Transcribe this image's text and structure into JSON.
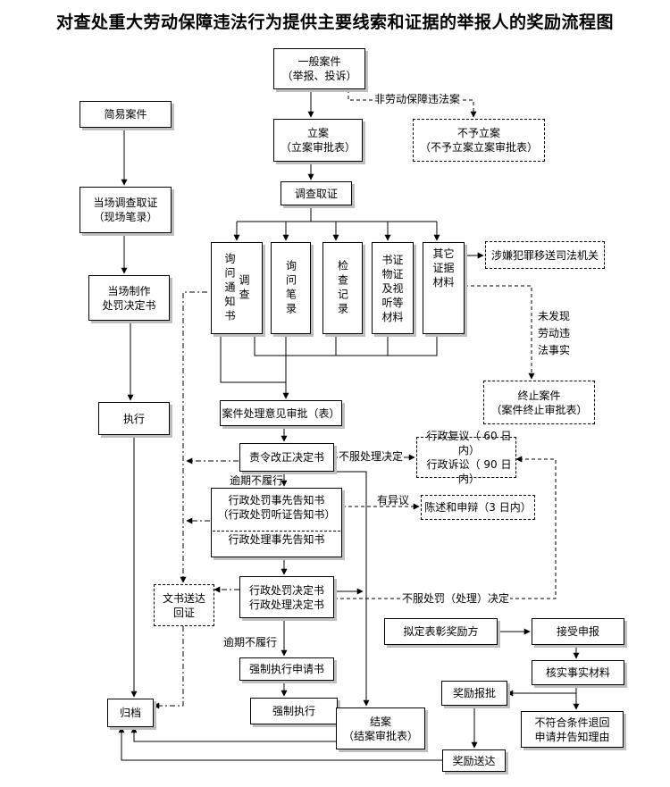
{
  "title": "对查处重大劳动保障违法行为提供主要线索和证据的举报人的奖励流程图",
  "nodes": {
    "general_case": {
      "line1": "一般案件",
      "line2": "（举报、投诉）"
    },
    "file_case": {
      "line1": "立案",
      "line2": "（立案审批表）"
    },
    "no_file": {
      "line1": "不予立案",
      "line2": "（不予立案立案审批表）"
    },
    "simple_case": {
      "line1": "简易案件"
    },
    "onsite_investigation": {
      "line1": "当场调查取证",
      "line2": "（现场笔录）"
    },
    "onsite_decision": {
      "line1": "当场制作",
      "line2": "处罚决定书"
    },
    "execute": {
      "line1": "执行"
    },
    "investigate": {
      "line1": "调查取证"
    },
    "inquiry_notice": {
      "side": "调查",
      "text": "询问通知书"
    },
    "inquiry_record": {
      "text": "询问笔录"
    },
    "inspection_record": {
      "text": "检查记录"
    },
    "documentary_evidence": {
      "lines": [
        "书证",
        "物证",
        "及视",
        "听等",
        "材料"
      ]
    },
    "other_evidence": {
      "lines": [
        "其它",
        "证据",
        "材料"
      ]
    },
    "transfer_judicial": {
      "line1": "涉嫌犯罪移送司法机关"
    },
    "terminate_case": {
      "line1": "终止案件",
      "line2": "（案件终止审批表）"
    },
    "case_opinion": {
      "line1": "案件处理意见审批（表）"
    },
    "rectification_order": {
      "line1": "责令改正决定书"
    },
    "review_litigation": {
      "line1": "行政复议（ 60 日内）",
      "line2": "行政诉讼（ 90 日内）"
    },
    "penalty_notice": {
      "line1": "行政处罚事先告知书",
      "line2": "（行政处罚听证告知书）",
      "line3": "行政处理事先告知书"
    },
    "statement_defense": {
      "line1": "陈述和申辩（3 日内）"
    },
    "penalty_decision": {
      "line1": "行政处罚决定书",
      "line2": "行政处理决定书"
    },
    "document_delivery": {
      "line1": "文书送达",
      "line2": "回证"
    },
    "enforcement_application": {
      "line1": "强制执行申请书"
    },
    "forced_execution": {
      "line1": "强制执行"
    },
    "archive": {
      "line1": "归档"
    },
    "close_case": {
      "line1": "结案",
      "line2": "（结案审批表）"
    },
    "draft_reward": {
      "line1": "拟定表彰奖励方"
    },
    "receive_report": {
      "line1": "接受申报"
    },
    "verify_facts": {
      "line1": "核实事实材料"
    },
    "reward_approval": {
      "line1": "奖励报批"
    },
    "not_qualified": {
      "line1": "不符合条件退回",
      "line2": "申请并告知理由"
    },
    "reward_delivery": {
      "line1": "奖励送达"
    }
  },
  "labels": {
    "non_violation": "非劳动保障违法案",
    "no_violation_found": "未发现劳动违法事实",
    "not_accept_decision": "不服处理决定",
    "overdue_1": "逾期不履行",
    "objection": "有异议",
    "not_accept_penalty": "不服处罚（处理）决定",
    "overdue_2": "逾期不履行"
  }
}
